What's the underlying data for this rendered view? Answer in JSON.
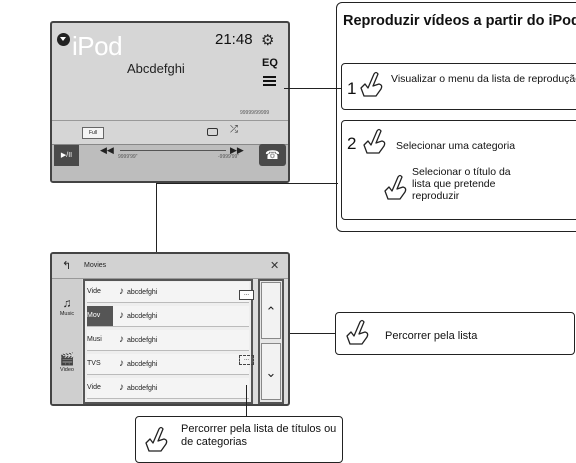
{
  "top_screen": {
    "source": "iPod",
    "track_title": "Abcdefghi",
    "clock": "21:48",
    "eq_label": "EQ",
    "track_count": "99999/99999",
    "full_label": "Full",
    "play_pause": "▶/II",
    "time_elapsed": "9999'99\"",
    "time_remaining": "-9999'99\""
  },
  "instructions": {
    "title": "Reproduzir vídeos a partir do iPod",
    "step1": {
      "number": "1",
      "text": "Visualizar o menu da lista de reprodução"
    },
    "step2": {
      "number": "2",
      "text_a": "Selecionar uma categoria",
      "text_b": "Selecionar o título da lista que pretende reproduzir"
    }
  },
  "list_screen": {
    "header_title": "Movies",
    "categories": [
      {
        "label": "Music",
        "icon": "♫"
      },
      {
        "label": "Video",
        "icon": "🎬"
      }
    ],
    "rows": [
      {
        "category": "Vide",
        "name": "abcdefghi",
        "selected": false
      },
      {
        "category": "Mov",
        "name": "abcdefghi",
        "selected": true
      },
      {
        "category": "Musi",
        "name": "abcdefghi",
        "selected": false
      },
      {
        "category": "TVS",
        "name": "abcdefghi",
        "selected": false
      },
      {
        "category": "Vide",
        "name": "abcdefghi",
        "selected": false
      }
    ],
    "more_label": "..."
  },
  "callouts": {
    "scroll_list": "Percorrer pela lista",
    "scroll_titles": "Percorrer pela lista de títulos ou de categorias"
  }
}
